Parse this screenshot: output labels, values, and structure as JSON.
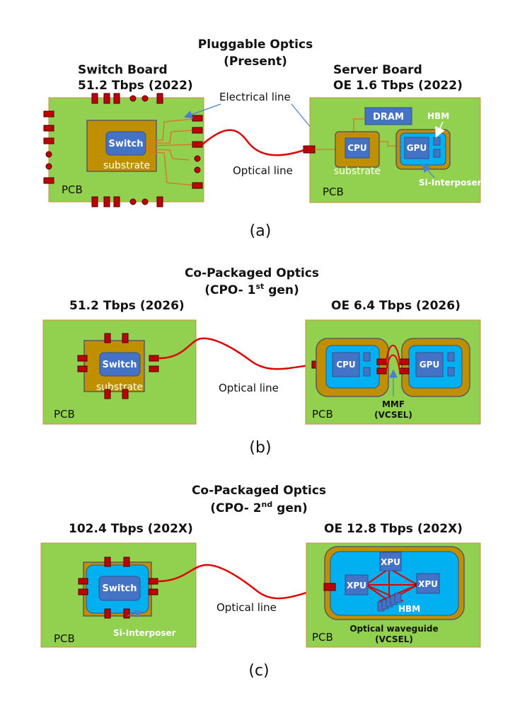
{
  "panel_a": {
    "heading_line1": "Pluggable Optics",
    "heading_line2": "(Present)",
    "left_title_line1": "Switch Board",
    "left_title_line2": "51.2 Tbps (2022)",
    "right_title_line1": "Server Board",
    "right_title_line2": "OE 1.6 Tbps (2022)",
    "electrical_line": "Electrical line",
    "optical_line": "Optical line",
    "switch": "Switch",
    "substrate_left": "substrate",
    "substrate_right": "substrate",
    "pcb_left": "PCB",
    "pcb_right": "PCB",
    "dram": "DRAM",
    "hbm": "HBM",
    "cpu": "CPU",
    "gpu": "GPU",
    "si_interposer": "Si-Interposer",
    "caption": "(a)"
  },
  "panel_b": {
    "heading_line1": "Co-Packaged Optics",
    "heading_line2_pre": "(CPO- 1",
    "heading_line2_sup": "st",
    "heading_line2_post": " gen)",
    "left_title": "51.2 Tbps (2026)",
    "right_title": "OE 6.4 Tbps (2026)",
    "switch": "Switch",
    "substrate": "substrate",
    "optical_line": "Optical line",
    "pcb_left": "PCB",
    "pcb_right": "PCB",
    "cpu": "CPU",
    "gpu": "GPU",
    "mmf_line1": "MMF",
    "mmf_line2": "(VCSEL)",
    "caption": "(b)"
  },
  "panel_c": {
    "heading_line1": "Co-Packaged Optics",
    "heading_line2_pre": "(CPO- 2",
    "heading_line2_sup": "nd",
    "heading_line2_post": " gen)",
    "left_title": "102.4 Tbps (202X)",
    "right_title": "OE 12.8 Tbps (202X)",
    "switch": "Switch",
    "si_interposer": "Si-Interposer",
    "optical_line": "Optical line",
    "pcb_left": "PCB",
    "pcb_right": "PCB",
    "xpu_top": "XPU",
    "xpu_left": "XPU",
    "xpu_right": "XPU",
    "hbm": "HBM",
    "waveguide_line1": "Optical waveguide",
    "waveguide_line2": "(VCSEL)",
    "caption": "(c)"
  },
  "colors": {
    "pcb_green": "#92d050",
    "substrate_brown": "#bf8f00",
    "chip_blue": "#4472c4",
    "interposer_cyan": "#00b0f0",
    "connector_red": "#c00000",
    "fiber_red": "#e00000",
    "trace_orange": "#e07020"
  }
}
